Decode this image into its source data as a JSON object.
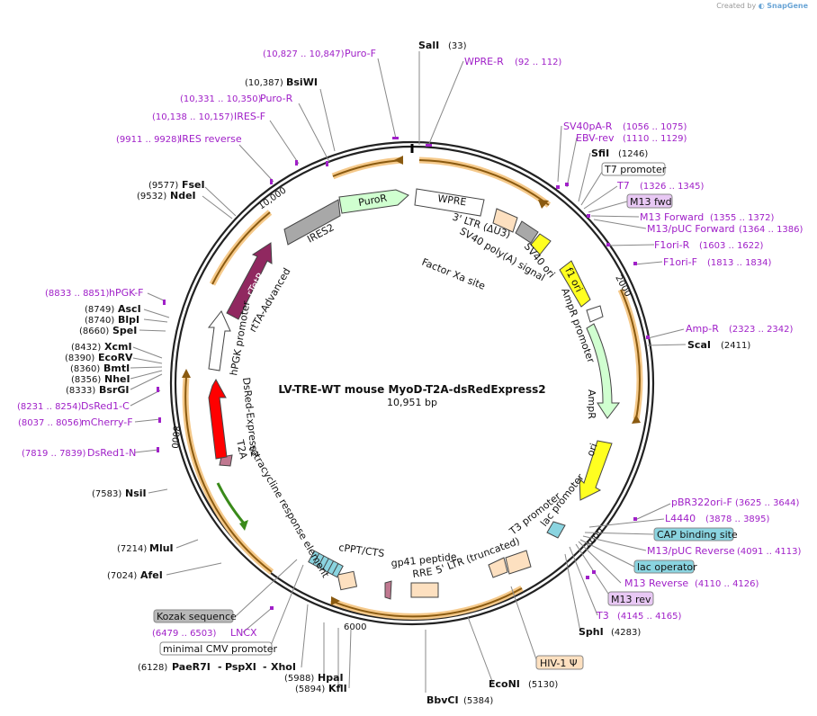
{
  "credit": {
    "prefix": "Created by",
    "brand": "SnapGene"
  },
  "title": "LV-TRE-WT mouse MyoD-T2A-dsRedExpress2",
  "subtitle": "10,951 bp",
  "colors": {
    "primer": "#a020c8",
    "site": "#000000",
    "orange": "#f0b060",
    "arrow_dark": "#7a5010"
  },
  "sites": [
    {
      "name": "SalI",
      "pos": "(33)"
    },
    {
      "name": "SfiI",
      "pos": "(1246)"
    },
    {
      "name": "ScaI",
      "pos": "(2411)"
    },
    {
      "name": "SphI",
      "pos": "(4283)"
    },
    {
      "name": "EcoNI",
      "pos": "(5130)"
    },
    {
      "name": "BbvCI",
      "pos": "(5384)"
    },
    {
      "name": "KflI",
      "pos": "(5894)"
    },
    {
      "name": "HpaI",
      "pos": "(5988)"
    },
    {
      "name": "PaeR7I",
      "pos": "(6128)"
    },
    {
      "name": "PspXI",
      "pos": ""
    },
    {
      "name": "XhoI",
      "pos": ""
    },
    {
      "name": "AfeI",
      "pos": "(7024)"
    },
    {
      "name": "MluI",
      "pos": "(7214)"
    },
    {
      "name": "NsiI",
      "pos": "(7583)"
    },
    {
      "name": "BsrGI",
      "pos": "(8333)"
    },
    {
      "name": "NheI",
      "pos": "(8356)"
    },
    {
      "name": "BmtI",
      "pos": "(8360)"
    },
    {
      "name": "EcoRV",
      "pos": "(8390)"
    },
    {
      "name": "XcmI",
      "pos": "(8432)"
    },
    {
      "name": "SpeI",
      "pos": "(8660)"
    },
    {
      "name": "BlpI",
      "pos": "(8740)"
    },
    {
      "name": "AscI",
      "pos": "(8749)"
    },
    {
      "name": "NdeI",
      "pos": "(9532)"
    },
    {
      "name": "FseI",
      "pos": "(9577)"
    },
    {
      "name": "BsiWI",
      "pos": "(10,387)"
    }
  ],
  "primers": [
    {
      "name": "WPRE-R",
      "pos": "(92 .. 112)"
    },
    {
      "name": "SV40pA-R",
      "pos": "(1056 .. 1075)"
    },
    {
      "name": "EBV-rev",
      "pos": "(1110 .. 1129)"
    },
    {
      "name": "T7",
      "pos": "(1326 .. 1345)"
    },
    {
      "name": "M13 Forward",
      "pos": "(1355 .. 1372)"
    },
    {
      "name": "M13/pUC Forward",
      "pos": "(1364 .. 1386)"
    },
    {
      "name": "F1ori-R",
      "pos": "(1603 .. 1622)"
    },
    {
      "name": "F1ori-F",
      "pos": "(1813 .. 1834)"
    },
    {
      "name": "Amp-R",
      "pos": "(2323 .. 2342)"
    },
    {
      "name": "pBR322ori-F",
      "pos": "(3625 .. 3644)"
    },
    {
      "name": "L4440",
      "pos": "(3878 .. 3895)"
    },
    {
      "name": "M13/pUC Reverse",
      "pos": "(4091 .. 4113)"
    },
    {
      "name": "M13 Reverse",
      "pos": "(4110 .. 4126)"
    },
    {
      "name": "T3",
      "pos": "(4145 .. 4165)"
    },
    {
      "name": "LNCX",
      "pos": "(6479 .. 6503)"
    },
    {
      "name": "DsRed1-N",
      "pos": "(7819 .. 7839)"
    },
    {
      "name": "mCherry-F",
      "pos": "(8037 .. 8056)"
    },
    {
      "name": "DsRed1-C",
      "pos": "(8231 .. 8254)"
    },
    {
      "name": "hPGK-F",
      "pos": "(8833 .. 8851)"
    },
    {
      "name": "IRES reverse",
      "pos": "(9911 .. 9928)"
    },
    {
      "name": "IRES-F",
      "pos": "(10,138 .. 10,157)"
    },
    {
      "name": "Puro-R",
      "pos": "(10,331 .. 10,350)"
    },
    {
      "name": "Puro-F",
      "pos": "(10,827 .. 10,847)"
    }
  ],
  "boxed_features": {
    "t7_promoter": "T7 promoter",
    "m13_fwd": "M13 fwd",
    "cap_binding_site": "CAP binding site",
    "lac_operator": "lac operator",
    "m13_rev": "M13 rev",
    "hiv1_psi": "HIV-1 Ψ",
    "kozak": "Kozak sequence",
    "min_cmv": "minimal CMV promoter"
  },
  "inner_labels": {
    "puror": "PuroR",
    "wpre": "WPRE",
    "ltr3": "3' LTR (ΔU3)",
    "sv40_polya": "SV40 poly(A) signal",
    "sv40_ori": "SV40 ori",
    "factor_xa": "Factor Xa site",
    "f1ori": "f1 ori",
    "ampr_promoter": "AmpR promoter",
    "ampr": "AmpR",
    "ori": "ori",
    "lac_promoter": "lac promoter",
    "t3_promoter": "T3 promoter",
    "ltr5": "5' LTR (truncated)",
    "rre": "RRE",
    "gp41": "gp41 peptide",
    "cppt": "cPPT/CTS",
    "tre": "tetracycline response element",
    "t2a": "T2A",
    "dsred": "DsRed-Express2",
    "hpgk": "hPGK promoter",
    "rtta_adv": "rtTA-Advanced",
    "rtetr": "rTetR",
    "ires2": "IRES2"
  },
  "ticks": {
    "t2000": "2000",
    "t4000": "4000",
    "t6000": "6000",
    "t8000": "8000",
    "t10000": "10,000"
  }
}
